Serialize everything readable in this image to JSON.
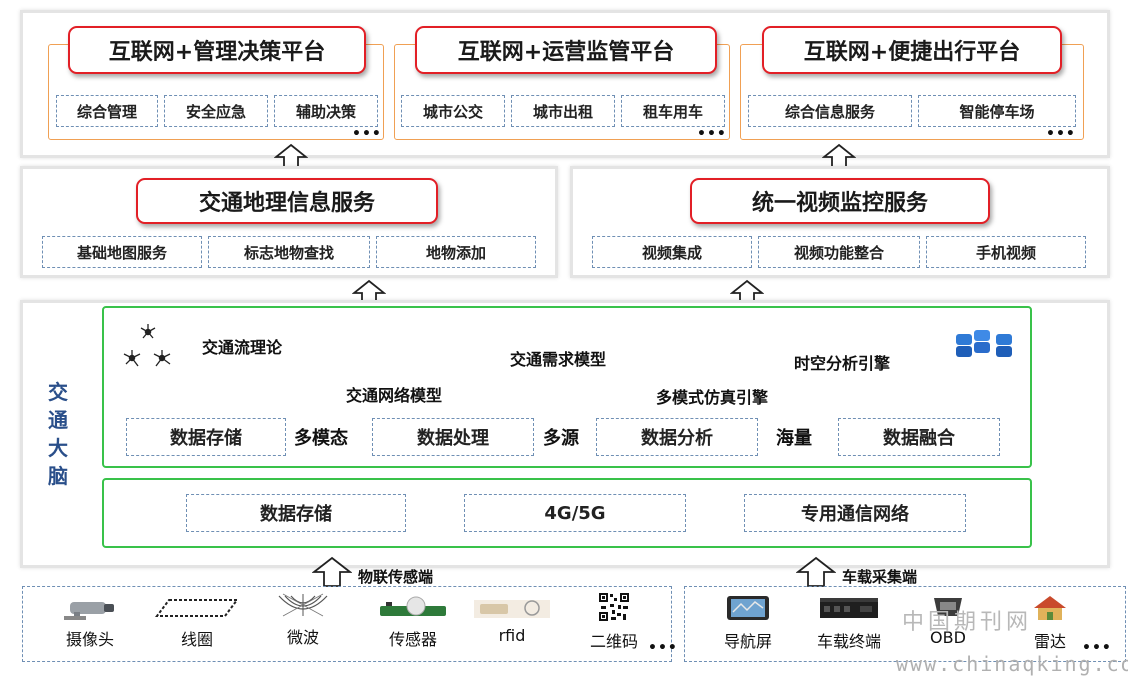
{
  "platforms": [
    {
      "title": "互联网+管理决策平台",
      "items": [
        "综合管理",
        "安全应急",
        "辅助决策"
      ],
      "more": "•••"
    },
    {
      "title": "互联网+运营监管平台",
      "items": [
        "城市公交",
        "城市出租",
        "租车用车"
      ],
      "more": "•••"
    },
    {
      "title": "互联网+便捷出行平台",
      "items": [
        "综合信息服务",
        "智能停车场"
      ],
      "more": "•••"
    }
  ],
  "services": [
    {
      "title": "交通地理信息服务",
      "items": [
        "基础地图服务",
        "标志地物查找",
        "地物添加"
      ]
    },
    {
      "title": "统一视频监控服务",
      "items": [
        "视频集成",
        "视频功能整合",
        "手机视频"
      ]
    }
  ],
  "brain": {
    "title": "交通大脑",
    "title_chars": [
      "交",
      "通",
      "大",
      "脑"
    ],
    "theories": [
      "交通流理论",
      "交通需求模型",
      "时空分析引擎",
      "交通网络模型",
      "多模式仿真引擎"
    ],
    "processes": [
      "数据存储",
      "数据处理",
      "数据分析",
      "数据融合"
    ],
    "modifiers": [
      "多模态",
      "多源",
      "海量"
    ],
    "network": [
      "数据存储",
      "4G/5G",
      "专用通信网络"
    ]
  },
  "sensing": {
    "iot_label": "物联传感端",
    "vehicle_label": "车载采集端",
    "iot_devices": [
      "摄像头",
      "线圈",
      "微波",
      "传感器",
      "rfid",
      "二维码"
    ],
    "iot_more": "•••",
    "vehicle_devices": [
      "导航屏",
      "车载终端",
      "OBD",
      "雷达"
    ],
    "vehicle_more": "•••"
  },
  "watermark": {
    "cn": "中国期刊网",
    "url": "www.chinaqking.com"
  },
  "colors": {
    "title_border": "#e21f26",
    "platform_border": "#f0a054",
    "brain_border": "#39c24a",
    "dash": "#6f8fb4",
    "brain_title": "#2a4f8a"
  }
}
